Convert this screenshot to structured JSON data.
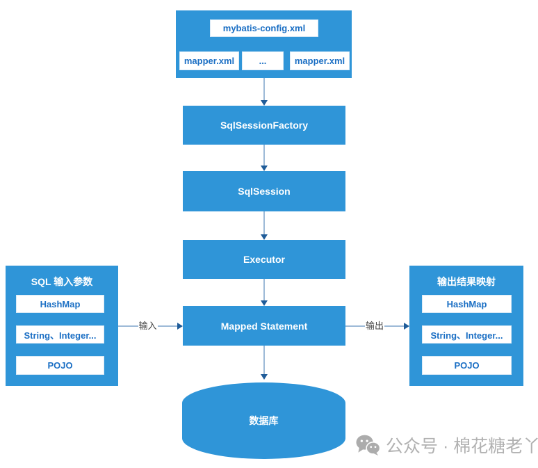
{
  "diagram": {
    "config": {
      "title": "mybatis-config.xml",
      "mappers": [
        "mapper.xml",
        "...",
        "mapper.xml"
      ]
    },
    "flow": [
      "SqlSessionFactory",
      "SqlSession",
      "Executor",
      "Mapped Statement"
    ],
    "left_panel": {
      "title": "SQL 输入参数",
      "items": [
        "HashMap",
        "String、Integer...",
        "POJO"
      ]
    },
    "right_panel": {
      "title": "输出结果映射",
      "items": [
        "HashMap",
        "String、Integer...",
        "POJO"
      ]
    },
    "labels": {
      "input": "输入",
      "output": "输出"
    },
    "database": "数据库",
    "watermark": "公众号 · 棉花糖老丫",
    "colors": {
      "primary_blue": "#2F95D8",
      "box_text_blue": "#1B6FC4",
      "connector_line": "#9DBAD7",
      "arrowhead": "#1F5C99",
      "arrow_label_text": "#404040",
      "watermark_gray": "#B1B1B1"
    }
  }
}
